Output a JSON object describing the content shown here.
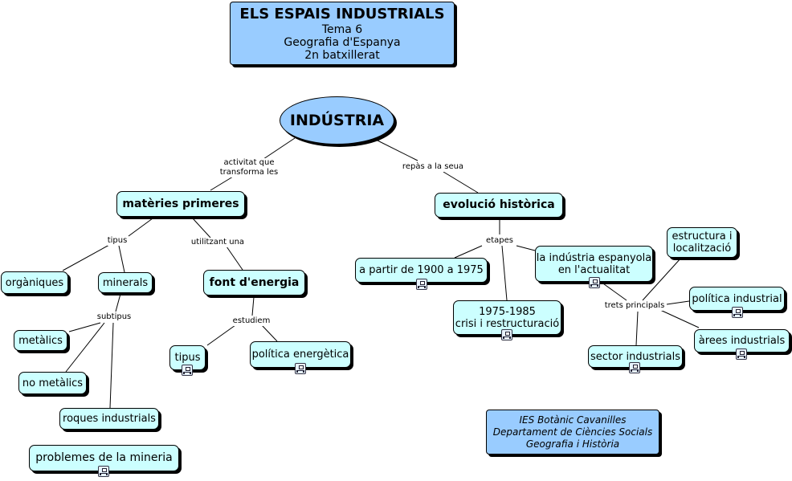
{
  "title": {
    "heading": "ELS ESPAIS INDUSTRIALS",
    "line1": "Tema 6",
    "line2": "Geografia d'Espanya",
    "line3": "2n batxillerat"
  },
  "center": "INDÚSTRIA",
  "links": {
    "activitat_1": "activitat que",
    "activitat_2": "transforma les",
    "repas": "repàs a la seua",
    "tipus": "tipus",
    "utilitzant": "utilitzant una",
    "subtipus": "subtipus",
    "estudiem": "estudiem",
    "etapes": "etapes",
    "trets": "trets principals"
  },
  "nodes": {
    "materies": "matèries primeres",
    "evolucio": "evolució històrica",
    "organiques": "orgàniques",
    "minerals": "minerals",
    "font": "font d'energia",
    "metalics": "metàlics",
    "no_metalics": "no metàlics",
    "roques": "roques industrials",
    "problemes": "problemes de la mineria",
    "tipus_energia": "tipus",
    "politica_energetica": "política energètica",
    "periode_1900": "a partir de 1900 a 1975",
    "periode_1975_a": "1975-1985",
    "periode_1975_b": "crisi i restructuració",
    "actualitat_a": "la indústria espanyola",
    "actualitat_b": "en l'actualitat",
    "estructura_a": "estructura i",
    "estructura_b": "localització",
    "politica_industrial": "política industrial",
    "arees": "àrees  industrials",
    "sector": "sector industrials"
  },
  "credit": {
    "line1": "IES Botànic Cavanilles",
    "line2": "Departament de Ciències Socials",
    "line3": "Geografia i Història"
  },
  "icons": {
    "resource": "resource-map-icon"
  },
  "colors": {
    "node_fill": "#ccffff",
    "highlight_fill": "#99ccff",
    "line": "#000000"
  }
}
